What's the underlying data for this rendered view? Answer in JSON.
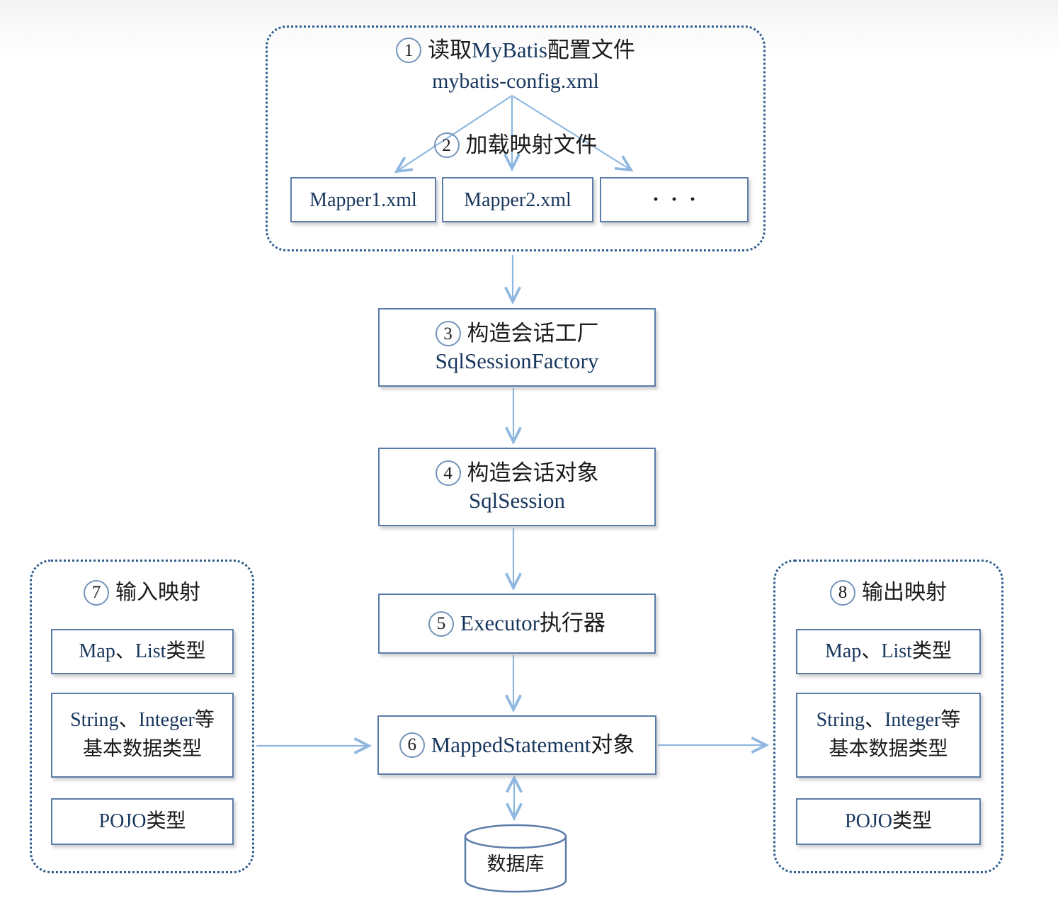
{
  "colors": {
    "solid_border": "#5b7ca8",
    "dashed_border": "#2e5b8f",
    "arrow": "#8fb8e0",
    "cn_text": "#1b1b1b",
    "en_text": "#17365d"
  },
  "top_group": {
    "step1_num": "1",
    "step1_segs": [
      {
        "t": "读取",
        "c": "cn"
      },
      {
        "t": "MyBatis",
        "c": "en"
      },
      {
        "t": "配置文件",
        "c": "cn"
      }
    ],
    "config_file": "mybatis-config.xml",
    "step2_num": "2",
    "step2_label": "加载映射文件",
    "mappers": [
      "Mapper1.xml",
      "Mapper2.xml",
      "···"
    ]
  },
  "flow": {
    "factory": {
      "num": "3",
      "line1": "构造会话工厂",
      "line2": "SqlSessionFactory"
    },
    "session": {
      "num": "4",
      "line1": "构造会话对象",
      "line2": "SqlSession"
    },
    "executor": {
      "num": "5",
      "segs": [
        {
          "t": "Executor",
          "c": "en"
        },
        {
          "t": "执行器",
          "c": "cn"
        }
      ]
    },
    "mapped_statement": {
      "num": "6",
      "segs": [
        {
          "t": "MappedStatement",
          "c": "en"
        },
        {
          "t": "对象",
          "c": "cn"
        }
      ]
    }
  },
  "input_panel": {
    "num": "7",
    "title": "输入映射",
    "item_map_list": [
      {
        "t": "Map",
        "c": "en"
      },
      {
        "t": "、",
        "c": "cn"
      },
      {
        "t": "List",
        "c": "en"
      },
      {
        "t": "类型",
        "c": "cn"
      }
    ],
    "item_basic_line1": [
      {
        "t": "String",
        "c": "en"
      },
      {
        "t": "、",
        "c": "cn"
      },
      {
        "t": "Integer",
        "c": "en"
      },
      {
        "t": "等",
        "c": "cn"
      }
    ],
    "item_basic_line2": "基本数据类型",
    "item_pojo": [
      {
        "t": "POJO",
        "c": "en"
      },
      {
        "t": "类型",
        "c": "cn"
      }
    ]
  },
  "output_panel": {
    "num": "8",
    "title": "输出映射",
    "item_map_list": [
      {
        "t": "Map",
        "c": "en"
      },
      {
        "t": "、",
        "c": "cn"
      },
      {
        "t": "List",
        "c": "en"
      },
      {
        "t": "类型",
        "c": "cn"
      }
    ],
    "item_basic_line1": [
      {
        "t": "String",
        "c": "en"
      },
      {
        "t": "、",
        "c": "cn"
      },
      {
        "t": "Integer",
        "c": "en"
      },
      {
        "t": "等",
        "c": "cn"
      }
    ],
    "item_basic_line2": "基本数据类型",
    "item_pojo": [
      {
        "t": "POJO",
        "c": "en"
      },
      {
        "t": "类型",
        "c": "cn"
      }
    ]
  },
  "database": {
    "label": "数据库"
  }
}
